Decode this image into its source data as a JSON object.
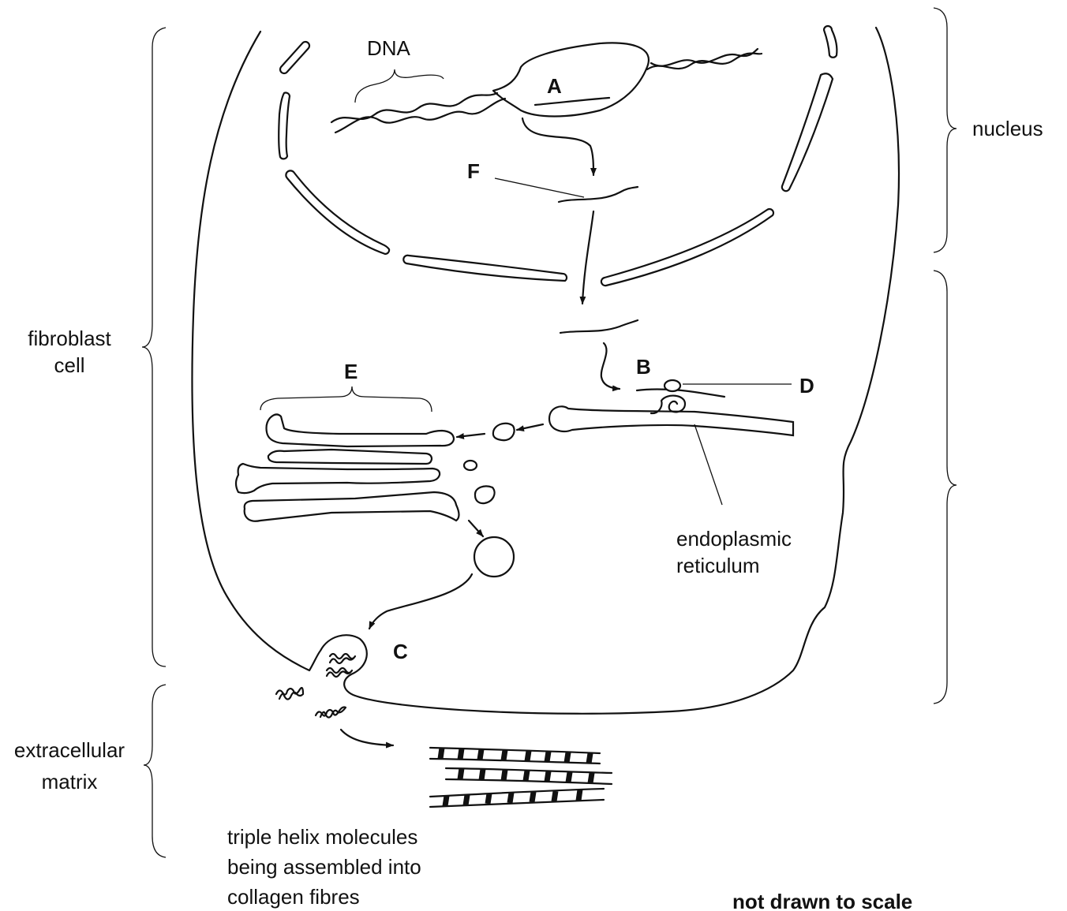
{
  "labels": {
    "dna": "DNA",
    "a": "A",
    "b": "B",
    "c": "C",
    "d": "D",
    "e": "E",
    "f": "F",
    "nucleus": "nucleus",
    "fibroblast_1": "fibroblast",
    "fibroblast_2": "cell",
    "er_1": "endoplasmic",
    "er_2": "reticulum",
    "ecm_1": "extracellular",
    "ecm_2": "matrix",
    "helix_1": "triple helix molecules",
    "helix_2": "being assembled into",
    "helix_3": "collagen fibres",
    "scale_note": "not drawn to scale"
  }
}
